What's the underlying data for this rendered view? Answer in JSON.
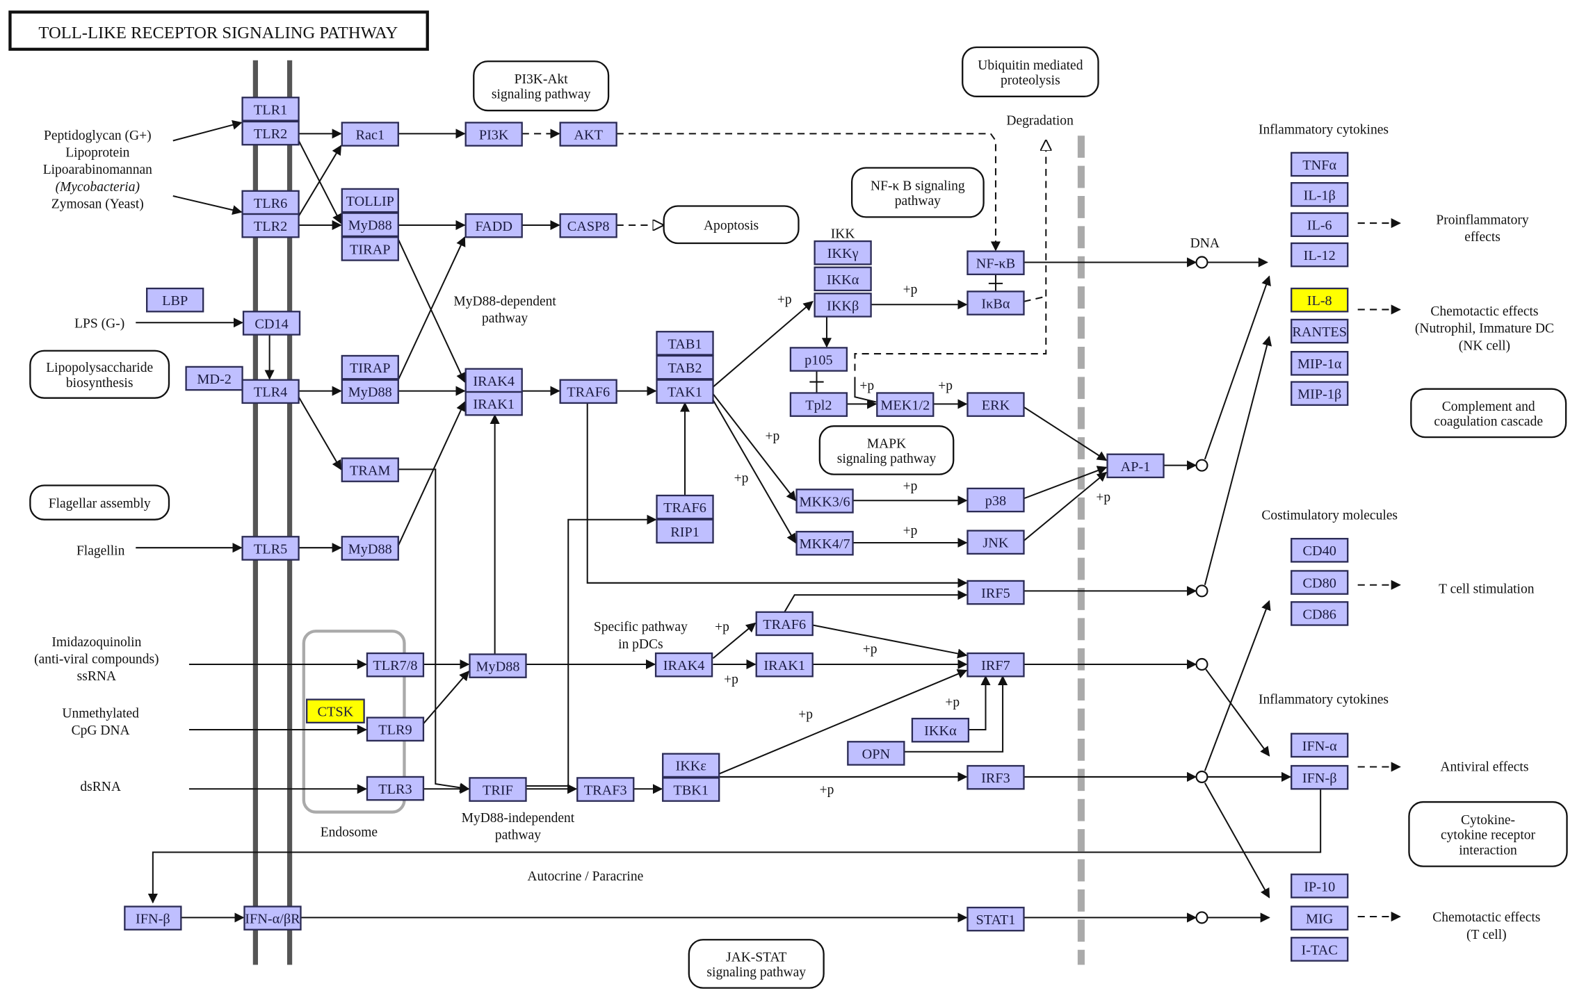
{
  "title": "TOLL-LIKE RECEPTOR SIGNALING PATHWAY",
  "colors": {
    "gene": "#BFBFFF",
    "highlight": "#FFFF00",
    "membrane": "#555555",
    "nuclear_boundary": "#AAAAAA"
  },
  "nodes": [
    {
      "id": "TLR1",
      "label": "TLR1"
    },
    {
      "id": "TLR2a",
      "label": "TLR2"
    },
    {
      "id": "Rac1",
      "label": "Rac1"
    },
    {
      "id": "PI3K",
      "label": "PI3K"
    },
    {
      "id": "AKT",
      "label": "AKT"
    },
    {
      "id": "TLR6",
      "label": "TLR6"
    },
    {
      "id": "TLR2b",
      "label": "TLR2"
    },
    {
      "id": "TOLLIP",
      "label": "TOLLIP"
    },
    {
      "id": "MyD88a",
      "label": "MyD88"
    },
    {
      "id": "TIRAPa",
      "label": "TIRAP"
    },
    {
      "id": "FADD",
      "label": "FADD"
    },
    {
      "id": "CASP8",
      "label": "CASP8"
    },
    {
      "id": "LBP",
      "label": "LBP"
    },
    {
      "id": "CD14",
      "label": "CD14"
    },
    {
      "id": "MD2",
      "label": "MD-2"
    },
    {
      "id": "TLR4",
      "label": "TLR4"
    },
    {
      "id": "TIRAPb",
      "label": "TIRAP"
    },
    {
      "id": "MyD88b",
      "label": "MyD88"
    },
    {
      "id": "IRAK4a",
      "label": "IRAK4"
    },
    {
      "id": "IRAK1a",
      "label": "IRAK1"
    },
    {
      "id": "TRAF6a",
      "label": "TRAF6"
    },
    {
      "id": "TAB1",
      "label": "TAB1"
    },
    {
      "id": "TAB2",
      "label": "TAB2"
    },
    {
      "id": "TAK1",
      "label": "TAK1"
    },
    {
      "id": "IKKg",
      "label": "IKKγ"
    },
    {
      "id": "IKKa",
      "label": "IKKα"
    },
    {
      "id": "IKKb",
      "label": "IKKβ"
    },
    {
      "id": "NFkB",
      "label": "NF-κB"
    },
    {
      "id": "IkBa",
      "label": "IκBα"
    },
    {
      "id": "p105",
      "label": "p105"
    },
    {
      "id": "Tpl2",
      "label": "Tpl2"
    },
    {
      "id": "MEK",
      "label": "MEK1/2"
    },
    {
      "id": "ERK",
      "label": "ERK"
    },
    {
      "id": "TRAM",
      "label": "TRAM"
    },
    {
      "id": "TRAF6b",
      "label": "TRAF6"
    },
    {
      "id": "RIP1",
      "label": "RIP1"
    },
    {
      "id": "MKK36",
      "label": "MKK3/6"
    },
    {
      "id": "p38",
      "label": "p38"
    },
    {
      "id": "MKK47",
      "label": "MKK4/7"
    },
    {
      "id": "JNK",
      "label": "JNK"
    },
    {
      "id": "AP1",
      "label": "AP-1"
    },
    {
      "id": "TLR5",
      "label": "TLR5"
    },
    {
      "id": "MyD88c",
      "label": "MyD88"
    },
    {
      "id": "IRF5",
      "label": "IRF5"
    },
    {
      "id": "TRAF6c",
      "label": "TRAF6"
    },
    {
      "id": "TLR78",
      "label": "TLR7/8"
    },
    {
      "id": "MyD88d",
      "label": "MyD88"
    },
    {
      "id": "IRAK4b",
      "label": "IRAK4"
    },
    {
      "id": "IRAK1b",
      "label": "IRAK1"
    },
    {
      "id": "IRF7",
      "label": "IRF7"
    },
    {
      "id": "CTSK",
      "label": "CTSK",
      "highlighted": true
    },
    {
      "id": "TLR9",
      "label": "TLR9"
    },
    {
      "id": "IKKa2",
      "label": "IKKα"
    },
    {
      "id": "OPN",
      "label": "OPN"
    },
    {
      "id": "IKKe",
      "label": "IKKε"
    },
    {
      "id": "TBK1",
      "label": "TBK1"
    },
    {
      "id": "TLR3",
      "label": "TLR3"
    },
    {
      "id": "TRIF",
      "label": "TRIF"
    },
    {
      "id": "TRAF3",
      "label": "TRAF3"
    },
    {
      "id": "IRF3",
      "label": "IRF3"
    },
    {
      "id": "IFNbL",
      "label": "IFN-β"
    },
    {
      "id": "IFNR",
      "label": "IFN-α/βR"
    },
    {
      "id": "STAT1",
      "label": "STAT1"
    },
    {
      "id": "TNFa",
      "label": "TNFα"
    },
    {
      "id": "IL1b",
      "label": "IL-1β"
    },
    {
      "id": "IL6",
      "label": "IL-6"
    },
    {
      "id": "IL12",
      "label": "IL-12"
    },
    {
      "id": "IL8",
      "label": "IL-8",
      "highlighted": true
    },
    {
      "id": "RANTES",
      "label": "RANTES"
    },
    {
      "id": "MIP1a",
      "label": "MIP-1α"
    },
    {
      "id": "MIP1b",
      "label": "MIP-1β"
    },
    {
      "id": "CD40",
      "label": "CD40"
    },
    {
      "id": "CD80",
      "label": "CD80"
    },
    {
      "id": "CD86",
      "label": "CD86"
    },
    {
      "id": "IFNa",
      "label": "IFN-α"
    },
    {
      "id": "IFNbR",
      "label": "IFN-β"
    },
    {
      "id": "IP10",
      "label": "IP-10"
    },
    {
      "id": "MIG",
      "label": "MIG"
    },
    {
      "id": "ITAC",
      "label": "I-TAC"
    }
  ],
  "pathway_maps": [
    {
      "id": "pi3k",
      "lines": [
        "PI3K-Akt",
        "signaling pathway"
      ]
    },
    {
      "id": "ubiq",
      "lines": [
        "Ubiquitin mediated",
        "proteolysis"
      ]
    },
    {
      "id": "nfkb",
      "lines": [
        "NF-κ B signaling",
        "pathway"
      ]
    },
    {
      "id": "apop",
      "lines": [
        "Apoptosis"
      ]
    },
    {
      "id": "lps",
      "lines": [
        "Lipopolysaccharide",
        "biosynthesis"
      ]
    },
    {
      "id": "flag",
      "lines": [
        "Flagellar assembly"
      ]
    },
    {
      "id": "mapk",
      "lines": [
        "MAPK",
        "signaling pathway"
      ]
    },
    {
      "id": "compl",
      "lines": [
        "Complement and",
        "coagulation cascade"
      ]
    },
    {
      "id": "cyto",
      "lines": [
        "Cytokine-",
        "cytokine receptor",
        "interaction"
      ]
    },
    {
      "id": "jak",
      "lines": [
        "JAK-STAT",
        "signaling pathway"
      ]
    }
  ],
  "labels": [
    {
      "id": "lig1",
      "lines": [
        "Peptidoglycan (G+)",
        "Lipoprotein",
        "Lipoarabinomannan",
        "(Mycobacteria)",
        "Zymosan (Yeast)"
      ]
    },
    {
      "id": "lps",
      "lines": [
        "LPS (G-)"
      ]
    },
    {
      "id": "flagellin",
      "lines": [
        "Flagellin"
      ]
    },
    {
      "id": "imid",
      "lines": [
        "Imidazoquinolin",
        "(anti-viral compounds)",
        "ssRNA"
      ]
    },
    {
      "id": "cpg",
      "lines": [
        "Unmethylated",
        "CpG DNA"
      ]
    },
    {
      "id": "dsrna",
      "lines": [
        "dsRNA"
      ]
    },
    {
      "id": "myddep",
      "lines": [
        "MyD88-dependent",
        "pathway"
      ]
    },
    {
      "id": "mydind",
      "lines": [
        "MyD88-independent",
        "pathway"
      ]
    },
    {
      "id": "pdc",
      "lines": [
        "Specific pathway",
        "in pDCs"
      ]
    },
    {
      "id": "endo",
      "lines": [
        "Endosome"
      ]
    },
    {
      "id": "auto",
      "lines": [
        "Autocrine / Paracrine"
      ]
    },
    {
      "id": "ikk",
      "lines": [
        "IKK"
      ]
    },
    {
      "id": "degr",
      "lines": [
        "Degradation"
      ]
    },
    {
      "id": "dna",
      "lines": [
        "DNA"
      ]
    },
    {
      "id": "infl1",
      "lines": [
        "Inflammatory cytokines"
      ]
    },
    {
      "id": "infl2",
      "lines": [
        "Inflammatory cytokines"
      ]
    },
    {
      "id": "costim",
      "lines": [
        "Costimulatory molecules"
      ]
    },
    {
      "id": "proinf",
      "lines": [
        "Proinflammatory",
        "effects"
      ]
    },
    {
      "id": "chemo1",
      "lines": [
        "Chemotactic effects",
        "(Nutrophil, Immature DC",
        "(NK cell)"
      ]
    },
    {
      "id": "tcell",
      "lines": [
        "T cell stimulation"
      ]
    },
    {
      "id": "antiv",
      "lines": [
        "Antiviral effects"
      ]
    },
    {
      "id": "chemo2",
      "lines": [
        "Chemotactic effects",
        "(T cell)"
      ]
    }
  ],
  "phosphorylation_label": "+p"
}
